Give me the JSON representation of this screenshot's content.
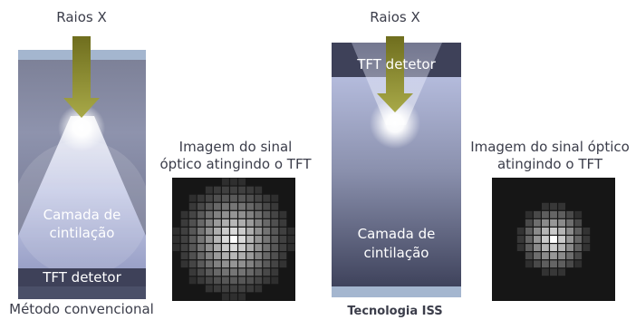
{
  "conventional": {
    "xray_label": "Raios X",
    "scint_line1": "Camada de",
    "scint_line2": "cintilação",
    "tft_label": "TFT detetor",
    "signal_line1": "Imagem do sinal",
    "signal_line2": "óptico atingindo o TFT",
    "caption": "Método convencional",
    "signal_grid": {
      "size": 15,
      "radius_cells": 7.2,
      "falloff_power": 1.3
    }
  },
  "iss": {
    "xray_label": "Raios X",
    "tft_label": "TFT detetor",
    "scint_line1": "Camada de",
    "scint_line2": "cintilação",
    "signal_line1": "Imagem do sinal óptico",
    "signal_line2": "atingindo o TFT",
    "caption": "Tecnologia ISS",
    "signal_grid": {
      "size": 15,
      "radius_cells": 4.3,
      "falloff_power": 1.1
    }
  },
  "colors": {
    "text": "#3b3d4a",
    "arrow": "#8a8a2e",
    "scint_dark": "#4a4f68",
    "scint_light": "#b6bde2",
    "tft_dark": "#3e4159",
    "substrate": "#a4b6cf",
    "grid_bg": "#161616"
  }
}
